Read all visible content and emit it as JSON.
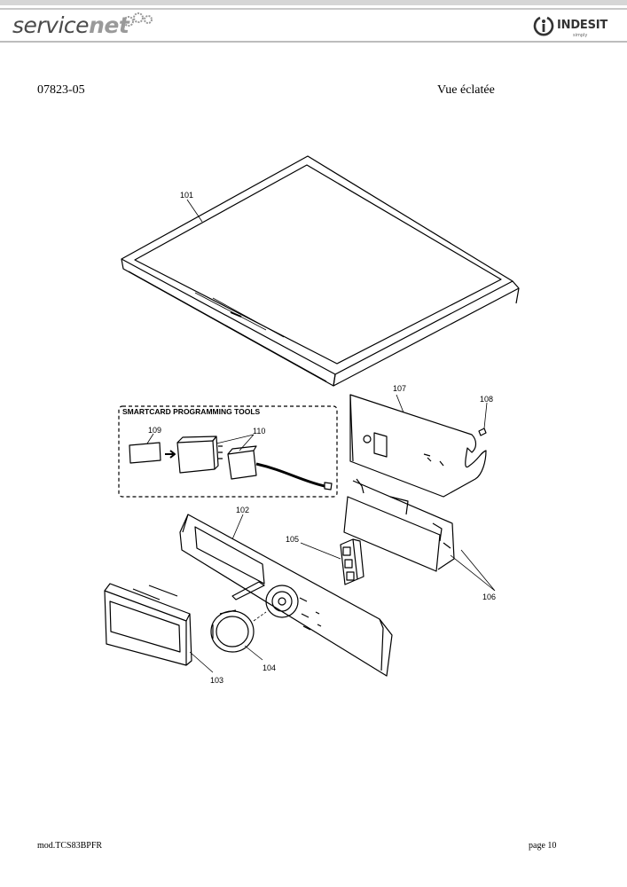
{
  "header": {
    "brand_left_a": "service",
    "brand_left_b": "net",
    "brand_right": "INDESIT",
    "brand_right_tagline": "simply"
  },
  "document": {
    "code": "07823-05",
    "title": "Vue éclatée"
  },
  "diagram": {
    "box_title": "SMARTCARD PROGRAMMING TOOLS",
    "labels": {
      "p101": "101",
      "p102": "102",
      "p103": "103",
      "p104": "104",
      "p105": "105",
      "p106": "106",
      "p107": "107",
      "p108": "108",
      "p109": "109",
      "p110": "110"
    }
  },
  "footer": {
    "model": "mod.TCS83BPFR",
    "page": "page 10"
  }
}
